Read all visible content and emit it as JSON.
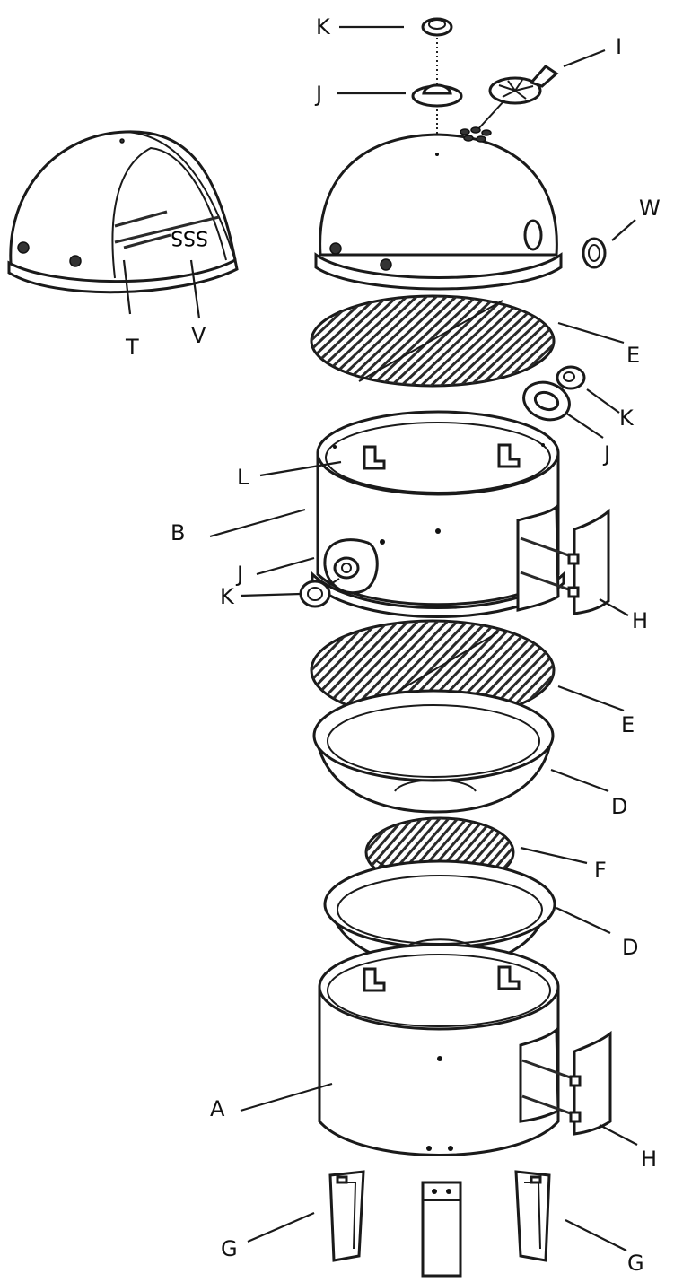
{
  "diagram": {
    "parts": [
      {
        "id": "k-top",
        "letter": "K"
      },
      {
        "id": "j-top",
        "letter": "J"
      },
      {
        "id": "i-vent",
        "letter": "I"
      },
      {
        "id": "w-knob",
        "letter": "W"
      },
      {
        "id": "t-hook",
        "letter": "T"
      },
      {
        "id": "v-rim",
        "letter": "V"
      },
      {
        "id": "e-upper",
        "letter": "E"
      },
      {
        "id": "k-mid",
        "letter": "K"
      },
      {
        "id": "j-mid",
        "letter": "J"
      },
      {
        "id": "l-bracket",
        "letter": "L"
      },
      {
        "id": "b-body",
        "letter": "B"
      },
      {
        "id": "j-side",
        "letter": "J"
      },
      {
        "id": "k-side",
        "letter": "K"
      },
      {
        "id": "h-upper",
        "letter": "H"
      },
      {
        "id": "e-lower",
        "letter": "E"
      },
      {
        "id": "d-upper",
        "letter": "D"
      },
      {
        "id": "f-grate",
        "letter": "F"
      },
      {
        "id": "d-lower",
        "letter": "D"
      },
      {
        "id": "a-base",
        "letter": "A"
      },
      {
        "id": "h-lower",
        "letter": "H"
      },
      {
        "id": "g-left",
        "letter": "G"
      },
      {
        "id": "g-right",
        "letter": "G"
      }
    ],
    "lid_stamp": "SSS",
    "colors": {
      "line": "#1a1a1a",
      "background": "#ffffff"
    }
  }
}
